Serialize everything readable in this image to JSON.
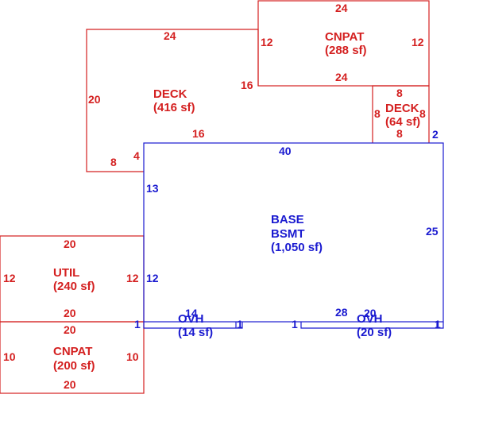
{
  "colors": {
    "red": "#d42020",
    "blue": "#1a1ad0",
    "background": "#ffffff"
  },
  "areas": {
    "cnpat_top": {
      "name": "CNPAT",
      "area": "(288 sf)",
      "dims": [
        "24",
        "12",
        "12",
        "24"
      ]
    },
    "deck_large": {
      "name": "DECK",
      "area": "(416 sf)",
      "dims": [
        "24",
        "20",
        "16",
        "16",
        "8",
        "4"
      ]
    },
    "deck_small": {
      "name": "DECK",
      "area": "(64 sf)",
      "dims": [
        "8",
        "8",
        "8",
        "8"
      ]
    },
    "base": {
      "name_line1": "BASE",
      "name_line2": "BSMT",
      "area": "(1,050 sf)",
      "dims": [
        "40",
        "25",
        "13",
        "12",
        "2",
        "28",
        "14",
        "20",
        "1",
        "1",
        "1",
        "1"
      ]
    },
    "util": {
      "name": "UTIL",
      "area": "(240 sf)",
      "dims": [
        "20",
        "12",
        "12",
        "20"
      ]
    },
    "cnpat_bottom": {
      "name": "CNPAT",
      "area": "(200 sf)",
      "dims": [
        "20",
        "10",
        "10",
        "20"
      ]
    },
    "ovh_left": {
      "name": "OVH",
      "area": "(14 sf)"
    },
    "ovh_right": {
      "name": "OVH",
      "area": "(20 sf)"
    }
  }
}
